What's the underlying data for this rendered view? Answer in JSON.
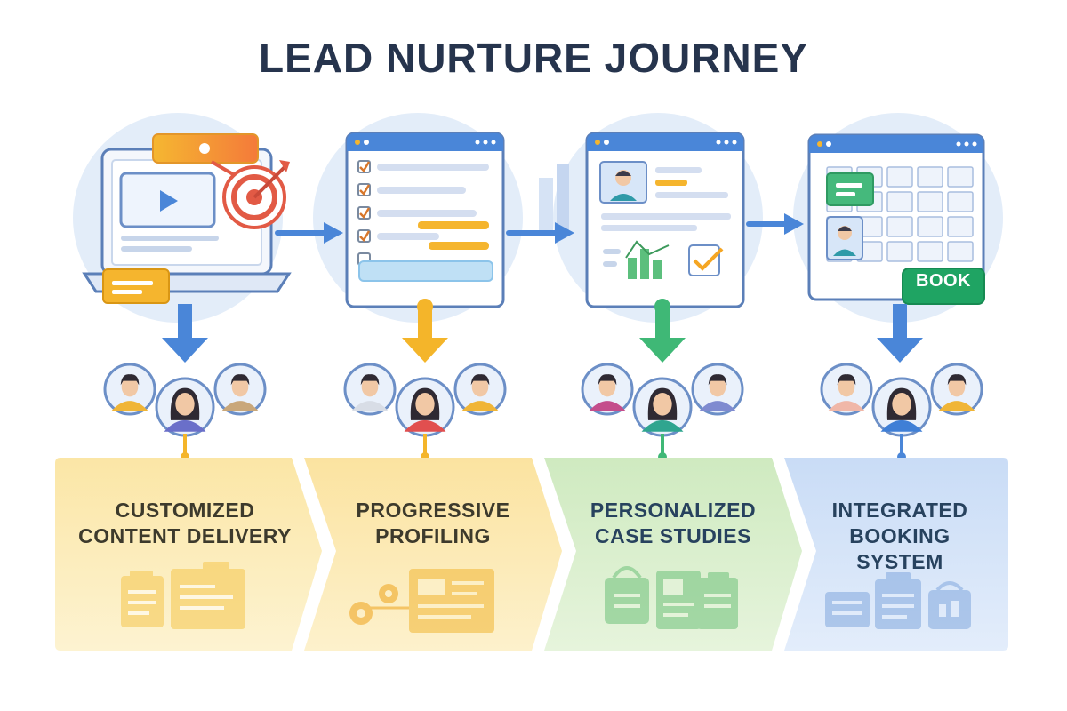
{
  "title": "LEAD NURTURE JOURNEY",
  "stages": [
    {
      "label_line1": "CUSTOMIZED",
      "label_line2": "CONTENT DELIVERY",
      "color": "#f5cd5a"
    },
    {
      "label_line1": "PROGRESSIVE",
      "label_line2": "PROFILING",
      "color": "#f5c34a"
    },
    {
      "label_line1": "PERSONALIZED",
      "label_line2": "CASE STUDIES",
      "color": "#7fc77a"
    },
    {
      "label_line1": "INTEGRATED",
      "label_line2": "BOOKING",
      "label_line3": "SYSTEM",
      "color": "#7aa8e8"
    }
  ],
  "booking_button": "BOOK",
  "colors": {
    "title": "#26344d",
    "blue_arrow": "#4a86d8",
    "yellow_arrow": "#f4b52a",
    "green_arrow": "#3fb876",
    "booking_button": "#1fa463"
  }
}
